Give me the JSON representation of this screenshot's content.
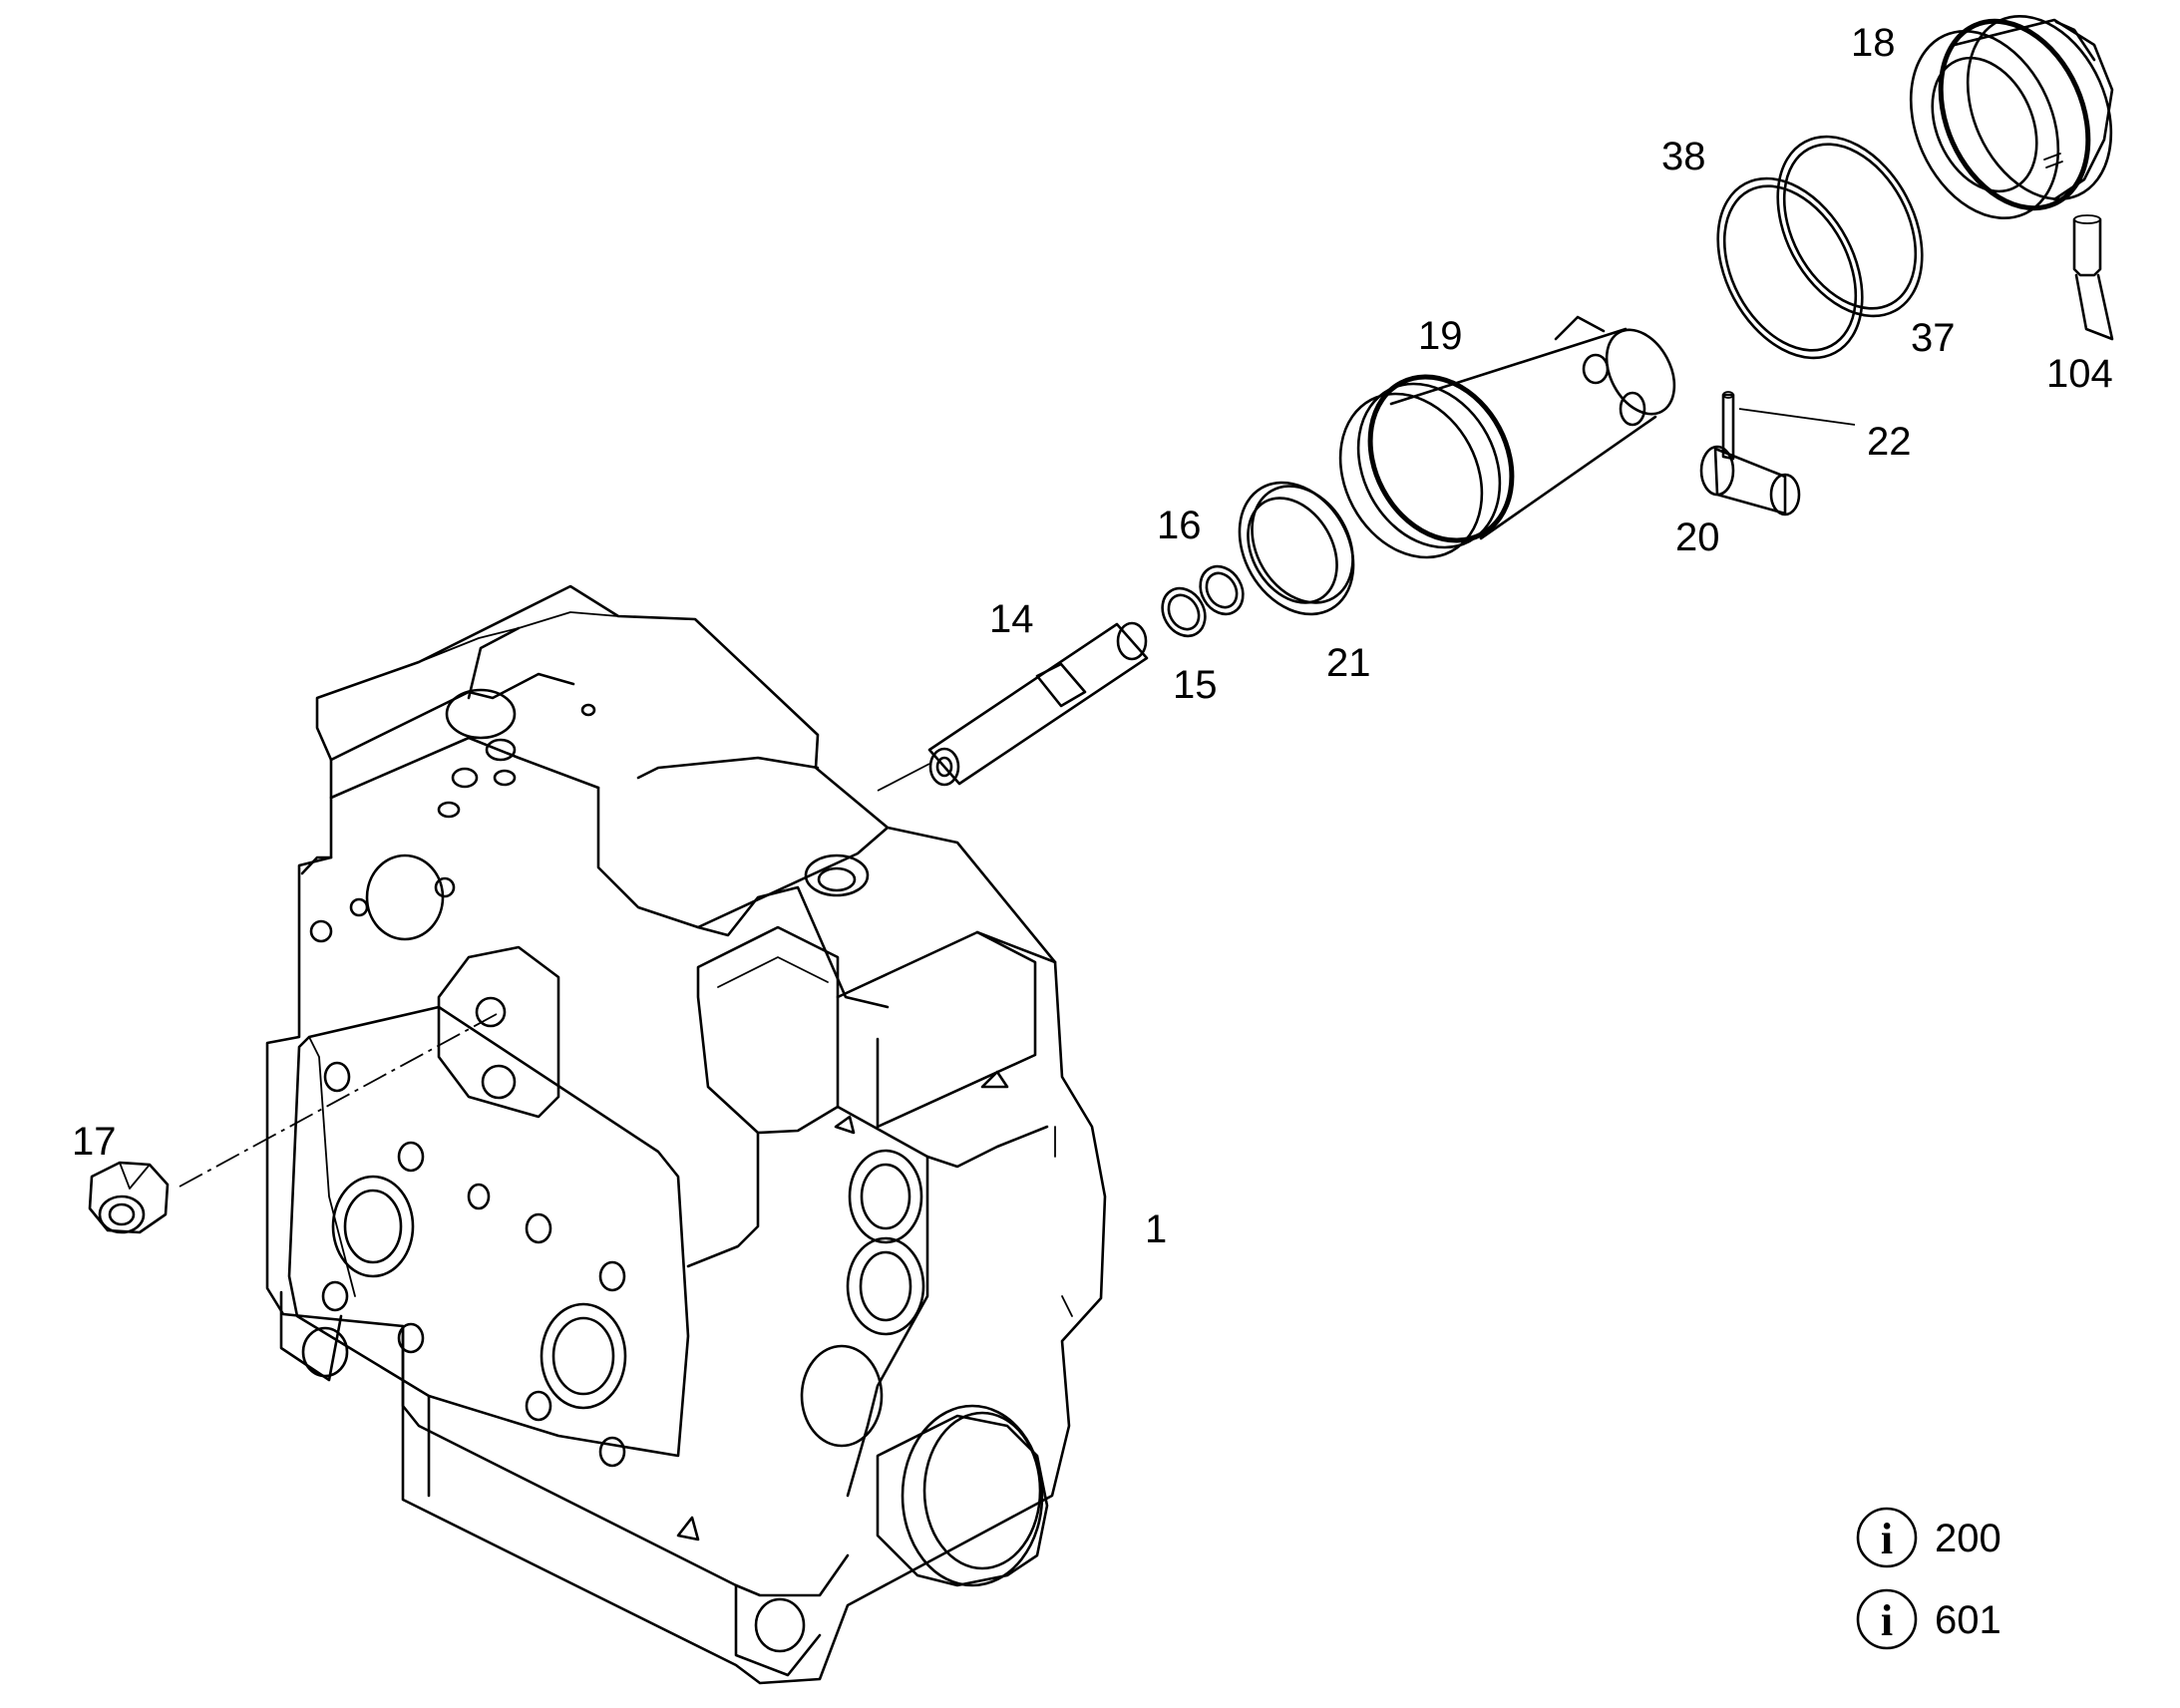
{
  "callouts": {
    "p1": "1",
    "p14": "14",
    "p15": "15",
    "p16": "16",
    "p17": "17",
    "p18": "18",
    "p19": "19",
    "p20": "20",
    "p21": "21",
    "p22": "22",
    "p37": "37",
    "p38": "38",
    "p104": "104"
  },
  "info_refs": [
    {
      "icon": "info-icon",
      "glyph": "i",
      "value": "200"
    },
    {
      "icon": "info-icon",
      "glyph": "i",
      "value": "601"
    }
  ]
}
